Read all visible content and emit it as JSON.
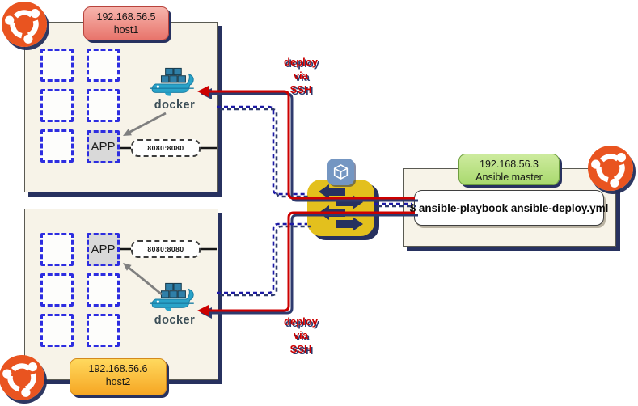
{
  "hosts": [
    {
      "ip": "192.168.56.5",
      "name": "host1",
      "app_label": "APP",
      "port_label": "8080:8080",
      "docker_label": "docker"
    },
    {
      "ip": "192.168.56.6",
      "name": "host2",
      "app_label": "APP",
      "port_label": "8080:8080",
      "docker_label": "docker"
    }
  ],
  "master": {
    "ip": "192.168.56.3",
    "name": "Ansible master",
    "command": "$ ansible-playbook ansible-deploy.yml"
  },
  "ssh_labels": [
    {
      "l1": "deploy",
      "l2": "via",
      "l3": "SSH"
    },
    {
      "l1": "deploy",
      "l2": "via",
      "l3": "SSH"
    }
  ],
  "colors": {
    "deploy_red": "#cc0000",
    "wire_blue": "#1d1aa5",
    "shadow_navy": "#2e3a6e",
    "switch_yellow": "#e3c01d",
    "ubuntu_orange": "#e95420",
    "host1_label": "#e8746b",
    "host2_label": "#f6a623",
    "master_label": "#a9d96e",
    "machine_fill": "#f7f3e8",
    "docker_blue": "#29a3c9"
  }
}
